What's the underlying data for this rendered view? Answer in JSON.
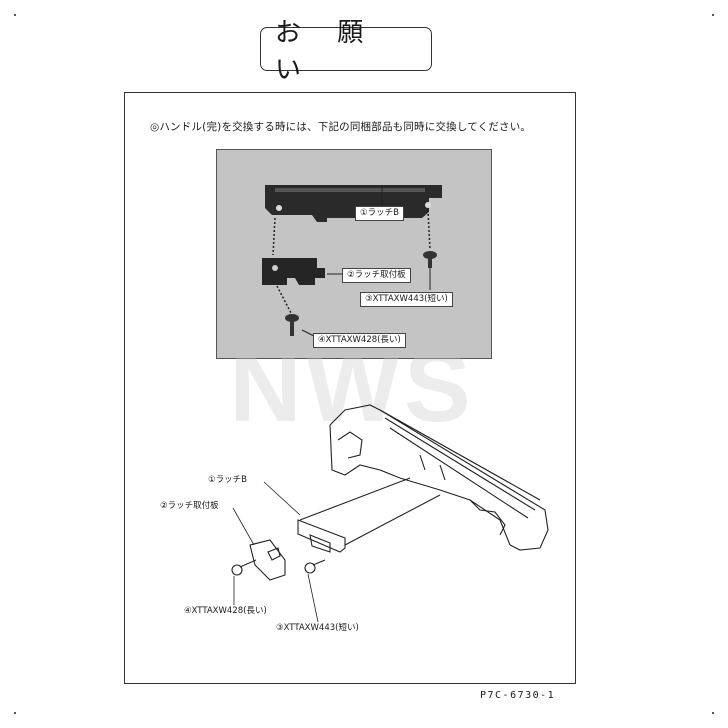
{
  "title": "お 願 い",
  "instruction": "◎ハンドル(完)を交換する時には、下記の同梱部品も同時に交換してください。",
  "photo_labels": {
    "latch_b": "①ラッチB",
    "latch_plate": "②ラッチ取付板",
    "screw_short": "③XTTAXW443(短い)",
    "screw_long": "④XTTAXW428(長い)"
  },
  "diagram_labels": {
    "latch_b": "①ラッチB",
    "latch_plate": "②ラッチ取付板",
    "screw_long": "④XTTAXW428(長い)",
    "screw_short": "③XTTAXW443(短い)"
  },
  "watermark": "NWS",
  "footer_code": "P7C-6730-1"
}
